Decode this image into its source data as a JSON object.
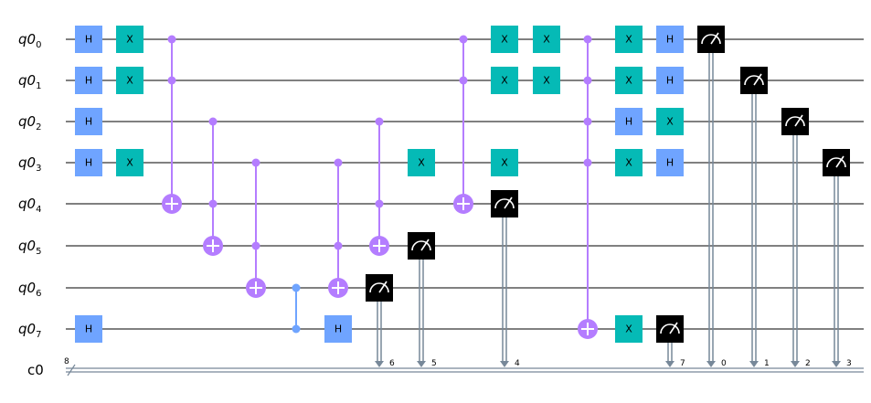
{
  "colors": {
    "h_gate": "#6fa4ff",
    "x_gate": "#05bab6",
    "control": "#b47dff",
    "cz_control": "#6fa4ff",
    "measure": "#000000",
    "wire": "#000000",
    "classical": "#778899",
    "gate_text": "#000000"
  },
  "qubits": [
    "q0",
    "q0",
    "q0",
    "q0",
    "q0",
    "q0",
    "q0",
    "q0"
  ],
  "qubit_indices": [
    "0",
    "1",
    "2",
    "3",
    "4",
    "5",
    "6",
    "7"
  ],
  "classical": {
    "name": "c0",
    "size": "8"
  },
  "gates": [
    {
      "type": "h",
      "q": 0,
      "col": 0,
      "label": "H"
    },
    {
      "type": "h",
      "q": 1,
      "col": 0,
      "label": "H"
    },
    {
      "type": "h",
      "q": 2,
      "col": 0,
      "label": "H"
    },
    {
      "type": "h",
      "q": 3,
      "col": 0,
      "label": "H"
    },
    {
      "type": "h",
      "q": 7,
      "col": 0,
      "label": "H"
    },
    {
      "type": "x",
      "q": 0,
      "col": 1,
      "label": "X"
    },
    {
      "type": "x",
      "q": 1,
      "col": 1,
      "label": "X"
    },
    {
      "type": "x",
      "q": 3,
      "col": 1,
      "label": "X"
    },
    {
      "type": "h",
      "q": 7,
      "col": 6,
      "label": "H"
    },
    {
      "type": "x",
      "q": 3,
      "col": 8,
      "label": "X"
    },
    {
      "type": "x",
      "q": 0,
      "col": 10,
      "label": "X"
    },
    {
      "type": "x",
      "q": 1,
      "col": 10,
      "label": "X"
    },
    {
      "type": "x",
      "q": 3,
      "col": 10,
      "label": "X"
    },
    {
      "type": "x",
      "q": 0,
      "col": 11,
      "label": "X"
    },
    {
      "type": "x",
      "q": 1,
      "col": 11,
      "label": "X"
    },
    {
      "type": "x",
      "q": 0,
      "col": 13,
      "label": "X"
    },
    {
      "type": "x",
      "q": 1,
      "col": 13,
      "label": "X"
    },
    {
      "type": "h",
      "q": 2,
      "col": 13,
      "label": "H"
    },
    {
      "type": "x",
      "q": 3,
      "col": 13,
      "label": "X"
    },
    {
      "type": "x",
      "q": 7,
      "col": 13,
      "label": "X"
    },
    {
      "type": "h",
      "q": 0,
      "col": 14,
      "label": "H"
    },
    {
      "type": "h",
      "q": 1,
      "col": 14,
      "label": "H"
    },
    {
      "type": "x",
      "q": 2,
      "col": 14,
      "label": "X"
    },
    {
      "type": "h",
      "q": 3,
      "col": 14,
      "label": "H"
    }
  ],
  "controlled": [
    {
      "col": 2,
      "controls": [
        0,
        1
      ],
      "target": 4
    },
    {
      "col": 3,
      "controls": [
        2,
        4
      ],
      "target": 5
    },
    {
      "col": 4,
      "controls": [
        3,
        5
      ],
      "target": 6
    },
    {
      "col": 6,
      "controls": [
        3,
        5
      ],
      "target": 6
    },
    {
      "col": 7,
      "controls": [
        2,
        4
      ],
      "target": 5
    },
    {
      "col": 9,
      "controls": [
        0,
        1
      ],
      "target": 4
    },
    {
      "col": 12,
      "controls": [
        0,
        1,
        2,
        3
      ],
      "target": 7
    }
  ],
  "cz": [
    {
      "col": 5,
      "qubits": [
        6,
        7
      ]
    }
  ],
  "measures": [
    {
      "q": 6,
      "col": 7,
      "cbit": "6"
    },
    {
      "q": 5,
      "col": 8,
      "cbit": "5"
    },
    {
      "q": 4,
      "col": 10,
      "cbit": "4"
    },
    {
      "q": 7,
      "col": 14,
      "cbit": "7"
    },
    {
      "q": 0,
      "col": 15,
      "cbit": "0"
    },
    {
      "q": 1,
      "col": 16,
      "cbit": "1"
    },
    {
      "q": 2,
      "col": 17,
      "cbit": "2"
    },
    {
      "q": 3,
      "col": 18,
      "cbit": "3"
    }
  ]
}
